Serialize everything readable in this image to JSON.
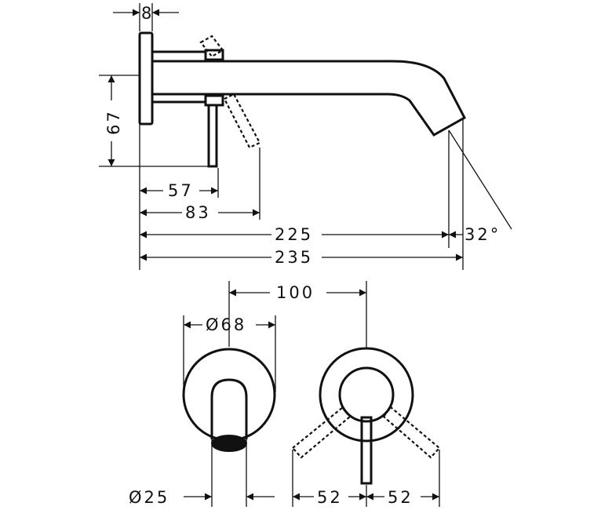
{
  "dimensions": {
    "plate_thickness": "8",
    "plate_height": "67",
    "lever_offset": "57",
    "lever_reach": "83",
    "spout_reach": "225",
    "overall_depth": "235",
    "spout_angle": "32°",
    "center_distance": "100",
    "plate_diameter": "Ø68",
    "spout_diameter": "Ø25",
    "lever_left": "52",
    "lever_right": "52"
  },
  "colors": {
    "line": "#111111",
    "background": "#ffffff"
  }
}
